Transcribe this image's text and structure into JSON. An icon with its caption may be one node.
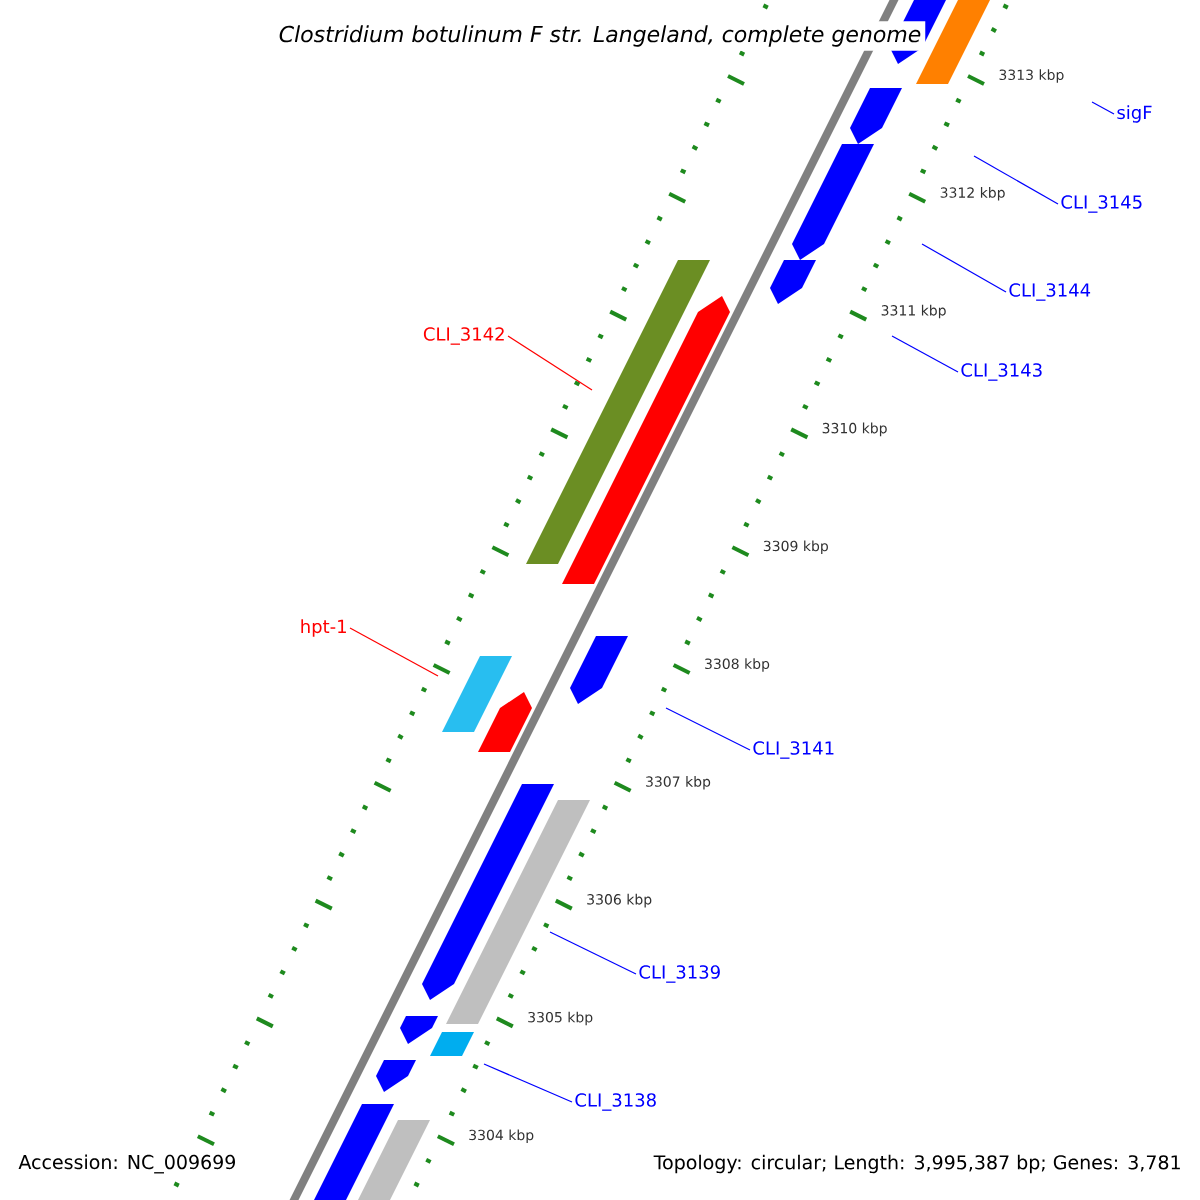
{
  "diagram": {
    "title": "Clostridium botulinum F str. Langeland, complete genome",
    "nodes": [
      {
        "text": [
          "sigF"
        ]
      },
      {
        "text": [
          "CLI_3145"
        ]
      },
      {
        "text": [
          "CLI_3144"
        ]
      },
      {
        "text": [
          "CLI_3143"
        ]
      },
      {
        "text": [
          "CLI_3142"
        ]
      },
      {
        "text": [
          "hpt-1"
        ]
      },
      {
        "text": [
          "CLI_3141"
        ]
      },
      {
        "text": [
          "CLI_3139"
        ]
      },
      {
        "text": [
          "CLI_3138"
        ]
      }
    ],
    "edges": [
      {
        "from": 0,
        "to": null,
        "arrow": "none"
      },
      {
        "from": 1,
        "to": null,
        "arrow": "none"
      },
      {
        "from": 2,
        "to": null,
        "arrow": "none"
      },
      {
        "from": 3,
        "to": null,
        "arrow": "none"
      },
      {
        "from": 4,
        "to": null,
        "arrow": "none",
        "color": "#ff0000"
      },
      {
        "from": 5,
        "to": null,
        "arrow": "none",
        "color": "#ff0000"
      },
      {
        "from": 6,
        "to": null,
        "arrow": "none"
      },
      {
        "from": 7,
        "to": null,
        "arrow": "none"
      },
      {
        "from": 8,
        "to": null,
        "arrow": "none"
      }
    ],
    "labels": [
      "3313 kbp",
      "3312 kbp",
      "3311 kbp",
      "3310 kbp",
      "3309 kbp",
      "3308 kbp",
      "3307 kbp",
      "3306 kbp",
      "3305 kbp",
      "3304 kbp",
      "Accession: NC_009699",
      "Topology: circular; Length: 3,995,387 bp; Genes: 3,781"
    ]
  }
}
